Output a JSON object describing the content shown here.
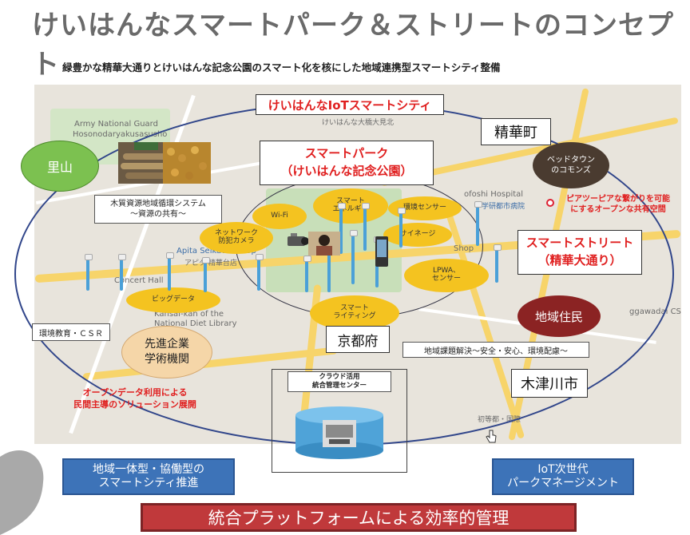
{
  "title": "けいはんなスマートパーク＆ストリートのコンセプト",
  "subtitle": "緑豊かな精華大通りとけいはんな記念公園のスマート化を核にした地域連携型スマートシティ整備",
  "map_labels": {
    "army": "Army National Guard",
    "hoso": "Hosonodaryakusasusho",
    "apita": "Apita Seikadai Shop",
    "apita2": "アピタ 精華台店",
    "concert": "Concert Hall",
    "kansai": "Kansai-kan of the",
    "ndl": "National Diet Library",
    "hospital": "ofoshi Hospital",
    "gakken": "学研都市病院",
    "ggawadai": "ggawadai CS",
    "shop2": "Shop",
    "kaihatsu": "初等都・国際",
    "ctx": "けいはんな大橋大見北"
  },
  "labels": {
    "iot_city": "けいはんなIoTスマートシティ",
    "seika": "精華町",
    "satoyama": "里山",
    "bed": "ベッドタウン\nのコモンズ",
    "p2p": "ピアツーピアな繋がりを可能\nにするオープンな共有空間",
    "smart_park": "スマートパーク\n（けいはんな記念公園）",
    "biomass": "木質資源地域循環システム\n〜資源の共有〜",
    "smart_street": "スマートストリート\n（精華大通り）",
    "residents": "地域住民",
    "env_csr": "環境教育・ＣＳＲ",
    "advanced": "先進企業\n学術機関",
    "kyoto": "京都府",
    "issues": "地域課題解決〜安全・安心、環境配慮〜",
    "opendata": "オープンデータ利用による\n民間主導のソリューション展開",
    "kizugawa": "木津川市",
    "cloud": "クラウド活用\n統合管理センター"
  },
  "ovals": {
    "wifi": "Wi-Fi",
    "energy": "スマート\nエネルギー",
    "env_sensor": "環境センサー",
    "camera": "ネットワーク\n防犯カメラ",
    "signage": "サイネージ",
    "lpwa": "LPWA、\nセンサー",
    "bigdata": "ビッグデータ",
    "lighting": "スマート\nライティング"
  },
  "bottom": {
    "left_btn": "地域一体型・協働型の\nスマートシティ推進",
    "right_btn": "IoT次世代\nパークマネージメント",
    "red_bar": "統合プラットフォームによる効率的管理"
  },
  "colors": {
    "oval_fill": "#f4c320",
    "green": "#7cc150",
    "dark_brown": "#4a3b30",
    "dark_red": "#8b2323",
    "peach": "#f5d6a8",
    "blue_btn": "#3d73b8",
    "red_bar": "#c0393b",
    "ellipse_stroke": "#30458a"
  }
}
